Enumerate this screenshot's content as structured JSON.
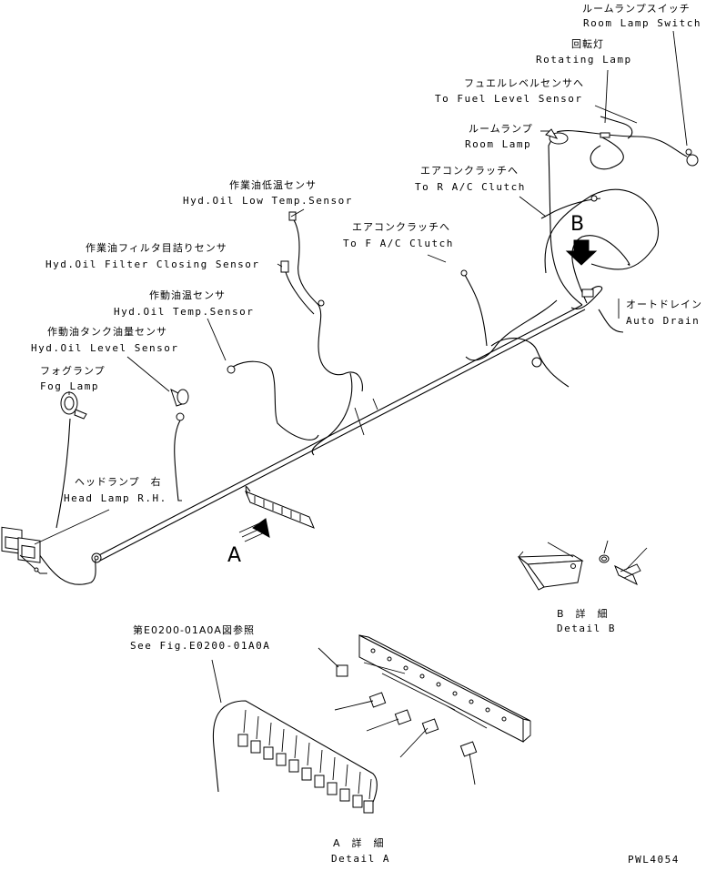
{
  "labels": {
    "room_lamp_switch_jp": "ルームランプスイッチ",
    "room_lamp_switch_en": "Room Lamp Switch",
    "rotating_lamp_jp": "回転灯",
    "rotating_lamp_en": "Rotating Lamp",
    "fuel_level_jp": "フュエルレベルセンサへ",
    "fuel_level_en": "To Fuel Level Sensor",
    "room_lamp_jp": "ルームランプ",
    "room_lamp_en": "Room Lamp",
    "r_ac_clutch_jp": "エアコンクラッチへ",
    "r_ac_clutch_en": "To R A/C Clutch",
    "hyd_low_temp_jp": "作業油低温センサ",
    "hyd_low_temp_en": "Hyd.Oil Low Temp.Sensor",
    "f_ac_clutch_jp": "エアコンクラッチへ",
    "f_ac_clutch_en": "To F A/C Clutch",
    "filter_clog_jp": "作業油フィルタ目詰りセンサ",
    "filter_clog_en": "Hyd.Oil Filter Closing Sensor",
    "hyd_temp_jp": "作動油温センサ",
    "hyd_temp_en": "Hyd.Oil Temp.Sensor",
    "tank_level_jp": "作動油タンク油量センサ",
    "tank_level_en": "Hyd.Oil Level Sensor",
    "fog_lamp_jp": "フォグランプ",
    "fog_lamp_en": "Fog Lamp",
    "head_lamp_jp": "ヘッドランプ　右",
    "head_lamp_en": "Head Lamp R.H.",
    "auto_drain_jp": "オートドレイン",
    "auto_drain_en": "Auto Drain",
    "detail_b_jp": "B　詳　細",
    "detail_b_en": "Detail B",
    "see_fig_jp": "第E0200-01A0A図参照",
    "see_fig_en": "See Fig.E0200-01A0A",
    "detail_a_jp": "A　詳　細",
    "detail_a_en": "Detail A",
    "drawing_no": "PWL4054"
  },
  "view_markers": {
    "a": "A",
    "b": "B"
  }
}
